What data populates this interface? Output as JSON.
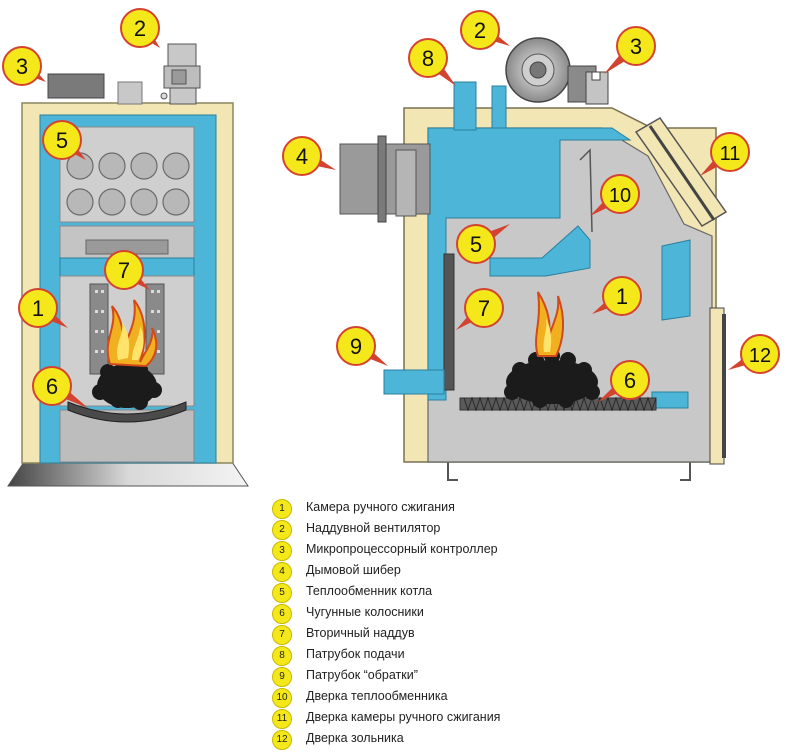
{
  "colors": {
    "callout_fill": "#f5e81a",
    "callout_stroke": "#d4432f",
    "insulation": "#f1e6b4",
    "water_jacket": "#4db6d8",
    "steel": "#c8c8c8",
    "fire": "#f0b020"
  },
  "front_view": {
    "callouts": [
      "1",
      "2",
      "3",
      "5",
      "6",
      "7"
    ]
  },
  "side_view": {
    "callouts": [
      "1",
      "2",
      "3",
      "4",
      "5",
      "6",
      "7",
      "8",
      "9",
      "10",
      "11",
      "12"
    ]
  },
  "legend": [
    {
      "num": "1",
      "text": "Камера ручного сжигания"
    },
    {
      "num": "2",
      "text": "Наддувной вентилятор"
    },
    {
      "num": "3",
      "text": "Микропроцессорный контроллер"
    },
    {
      "num": "4",
      "text": "Дымовой шибер"
    },
    {
      "num": "5",
      "text": "Теплообменник котла"
    },
    {
      "num": "6",
      "text": "Чугунные колосники"
    },
    {
      "num": "7",
      "text": "Вторичный наддув"
    },
    {
      "num": "8",
      "text": "Патрубок подачи"
    },
    {
      "num": "9",
      "text": "Патрубок “обратки”"
    },
    {
      "num": "10",
      "text": "Дверка теплообменника"
    },
    {
      "num": "11",
      "text": "Дверка камеры ручного сжигания"
    },
    {
      "num": "12",
      "text": "Дверка зольника"
    }
  ]
}
